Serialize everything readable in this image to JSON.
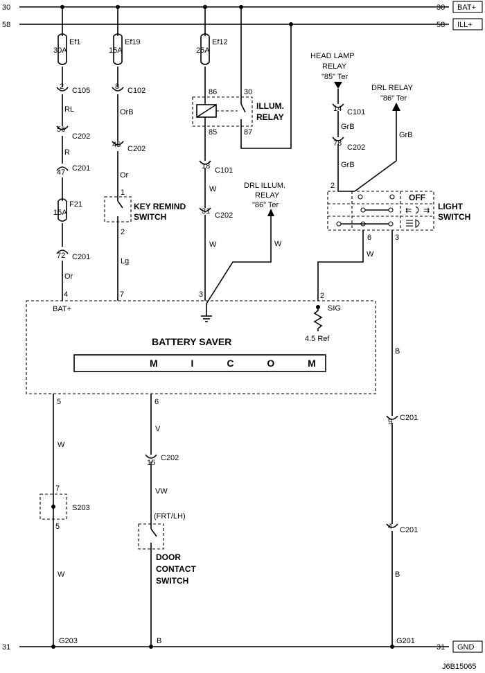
{
  "rails": {
    "bat_num_left": "30",
    "bat_num_right": "30",
    "bat_label": "BAT+",
    "ill_num_left": "58",
    "ill_num_right": "58",
    "ill_label": "ILL+",
    "gnd_num_left": "31",
    "gnd_num_right": "31",
    "gnd_label": "GND"
  },
  "col1": {
    "fuse_name": "Ef1",
    "fuse_rating": "30A",
    "c1_pin": "2",
    "c1_name": "C105",
    "wire1": "RL",
    "c2_pin": "56",
    "c2_name": "C202",
    "wire2": "R",
    "c3_pin": "47",
    "c3_name": "C201",
    "fuse2_name": "F21",
    "fuse2_rating": "15A",
    "c4_pin": "72",
    "c4_name": "C201",
    "wire3": "Or",
    "bs_pin": "4",
    "bs_label": "BAT+"
  },
  "col2": {
    "fuse_name": "Ef19",
    "fuse_rating": "15A",
    "c1_pin": "8",
    "c1_name": "C102",
    "wire1": "OrB",
    "c2_pin": "45",
    "c2_name": "C202",
    "wire2": "Or",
    "sw_pin_top": "1",
    "sw_pin_bottom": "2",
    "sw_name_line1": "KEY REMIND",
    "sw_name_line2": "SWITCH",
    "wire3": "Lg",
    "bs_pin": "7"
  },
  "col3": {
    "fuse_name": "Ef12",
    "fuse_rating": "25A",
    "relay_pin86": "86",
    "relay_pin85": "85",
    "relay_pin30": "30",
    "relay_pin87": "87",
    "relay_name_line1": "ILLUM.",
    "relay_name_line2": "RELAY",
    "c1_pin": "18",
    "c1_name": "C101",
    "wire1": "W",
    "c2_pin": "31",
    "c2_name": "C202",
    "wire2": "W",
    "bs_pin": "3"
  },
  "drl_illum": {
    "line1": "DRL ILLUM.",
    "line2": "RELAY",
    "line3": "\"86\" Ter",
    "wire": "W"
  },
  "head_lamp": {
    "line1": "HEAD LAMP",
    "line2": "RELAY",
    "line3": "\"85\" Ter",
    "c1_pin": "14",
    "c1_name": "C101",
    "wire1": "GrB",
    "c2_pin": "78",
    "c2_name": "C202",
    "wire2": "GrB"
  },
  "drl_relay": {
    "line1": "DRL RELAY",
    "line2": "\"86\" Ter",
    "wire": "GrB"
  },
  "light_switch": {
    "pin_left": "2",
    "pin_6": "6",
    "pin_3": "3",
    "off_label": "OFF",
    "name_line1": "LIGHT",
    "name_line2": "SWITCH",
    "wire_w": "W"
  },
  "battery_saver": {
    "title": "BATTERY SAVER",
    "micom": "M I C O M",
    "sig_pin": "2",
    "sig_label": "SIG",
    "ref_label": "4.5 Ref",
    "pin5": "5",
    "pin6": "6"
  },
  "bottom_left": {
    "wire1": "W",
    "splice_pin_top": "7",
    "splice_name": "S203",
    "splice_pin_bottom": "5",
    "wire2": "W",
    "ground": "G203"
  },
  "bottom_mid": {
    "wire1": "V",
    "c_pin": "15",
    "c_name": "C202",
    "wire2": "VW",
    "sw_location": "(FRT/LH)",
    "sw_name_line1": "DOOR",
    "sw_name_line2": "CONTACT",
    "sw_name_line3": "SWITCH",
    "ground": "B"
  },
  "bottom_right": {
    "wire1": "B",
    "c1_pin": "9",
    "c1_name": "C201",
    "c2_pin": "4",
    "c2_name": "C201",
    "wire2": "B",
    "ground": "G201"
  },
  "footer": {
    "code": "J6B15065"
  }
}
